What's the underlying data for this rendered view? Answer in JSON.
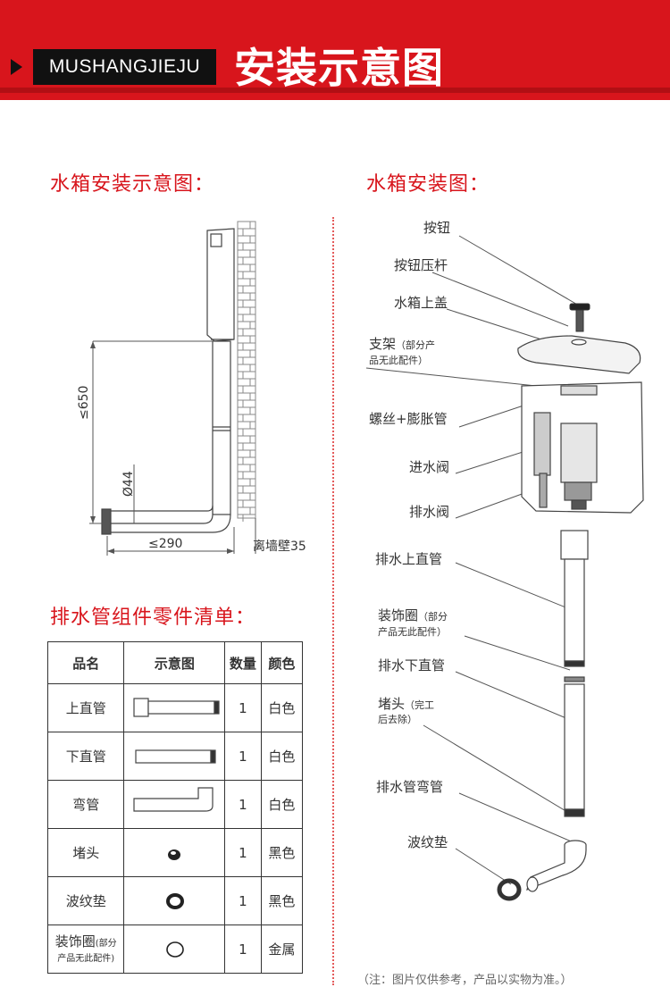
{
  "header": {
    "brand": "MUSHANGJIEJU",
    "title": "安装示意图"
  },
  "left_section": {
    "title": "水箱安装示意图：",
    "dim_height": "≤650",
    "dim_diameter": "Ø44",
    "dim_width": "≤290",
    "dim_wall": "离墙壁35"
  },
  "right_section": {
    "title": "水箱安装图：",
    "labels": {
      "button": "按钮",
      "button_rod": "按钮压杆",
      "tank_lid": "水箱上盖",
      "bracket": "支架",
      "bracket_note": "（部分产",
      "bracket_note2": "品无此配件）",
      "screw": "螺丝+膨胀管",
      "inlet_valve": "进水阀",
      "drain_valve": "排水阀",
      "upper_pipe": "排水上直管",
      "deco_ring": "装饰圈",
      "deco_ring_note": "（部分",
      "deco_ring_note2": "产品无此配件）",
      "lower_pipe": "排水下直管",
      "plug": "堵头",
      "plug_note": "（完工",
      "plug_note2": "后去除）",
      "elbow": "排水管弯管",
      "gasket": "波纹垫"
    }
  },
  "parts_list": {
    "title": "排水管组件零件清单：",
    "headers": [
      "品名",
      "示意图",
      "数量",
      "颜色"
    ],
    "rows": [
      {
        "name": "上直管",
        "qty": "1",
        "color": "白色",
        "icon": "upper-pipe-icon"
      },
      {
        "name": "下直管",
        "qty": "1",
        "color": "白色",
        "icon": "lower-pipe-icon"
      },
      {
        "name": "弯管",
        "qty": "1",
        "color": "白色",
        "icon": "elbow-pipe-icon"
      },
      {
        "name": "堵头",
        "qty": "1",
        "color": "黑色",
        "icon": "plug-icon"
      },
      {
        "name": "波纹垫",
        "qty": "1",
        "color": "黑色",
        "icon": "gasket-icon"
      },
      {
        "name": "装饰圈",
        "name_note": "(部分",
        "name_note2": "产品无此配件)",
        "qty": "1",
        "color": "金属",
        "icon": "ring-icon"
      }
    ]
  },
  "footnote": "（注：图片仅供参考，产品以实物为准。）"
}
